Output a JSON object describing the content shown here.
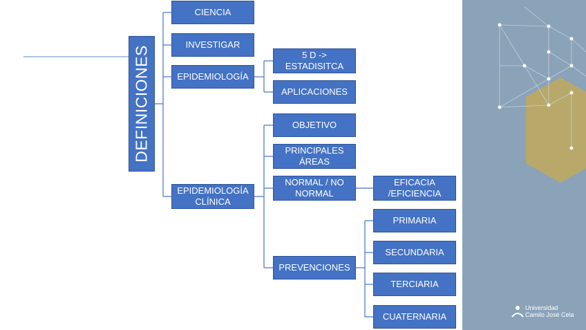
{
  "root": {
    "label": "DEFINICIONES"
  },
  "nodes": {
    "ciencia": "CIENCIA",
    "investigar": "INVESTIGAR",
    "epidemiologia": "EPIDEMIOLOGÍA",
    "estadistica": "5 D ->\nESTADISITCA",
    "aplicaciones": "APLICACIONES",
    "epidemiologia_clinica": "EPIDEMIOLOGÍA\nCLÍNICA",
    "objetivo": "OBJETIVO",
    "principales_areas": "PRINCIPALES\nÁREAS",
    "normal_no_normal": "NORMAL / NO\nNORMAL",
    "eficacia_eficiencia": "EFICACIA\n/EFICIENCIA",
    "prevenciones": "PREVENCIONES",
    "primaria": "PRIMARIA",
    "secundaria": "SECUNDARIA",
    "terciaria": "TERCIARIA",
    "cuaternaria": "CUATERNARIA"
  },
  "logo": {
    "text": "Universidad\nCamilo José Cela"
  },
  "colors": {
    "box_fill": "#4472C4",
    "box_border": "#2F5597",
    "connector": "#4472C4",
    "panel": "#8BA3B8",
    "hexagon": "#B8A96A"
  }
}
